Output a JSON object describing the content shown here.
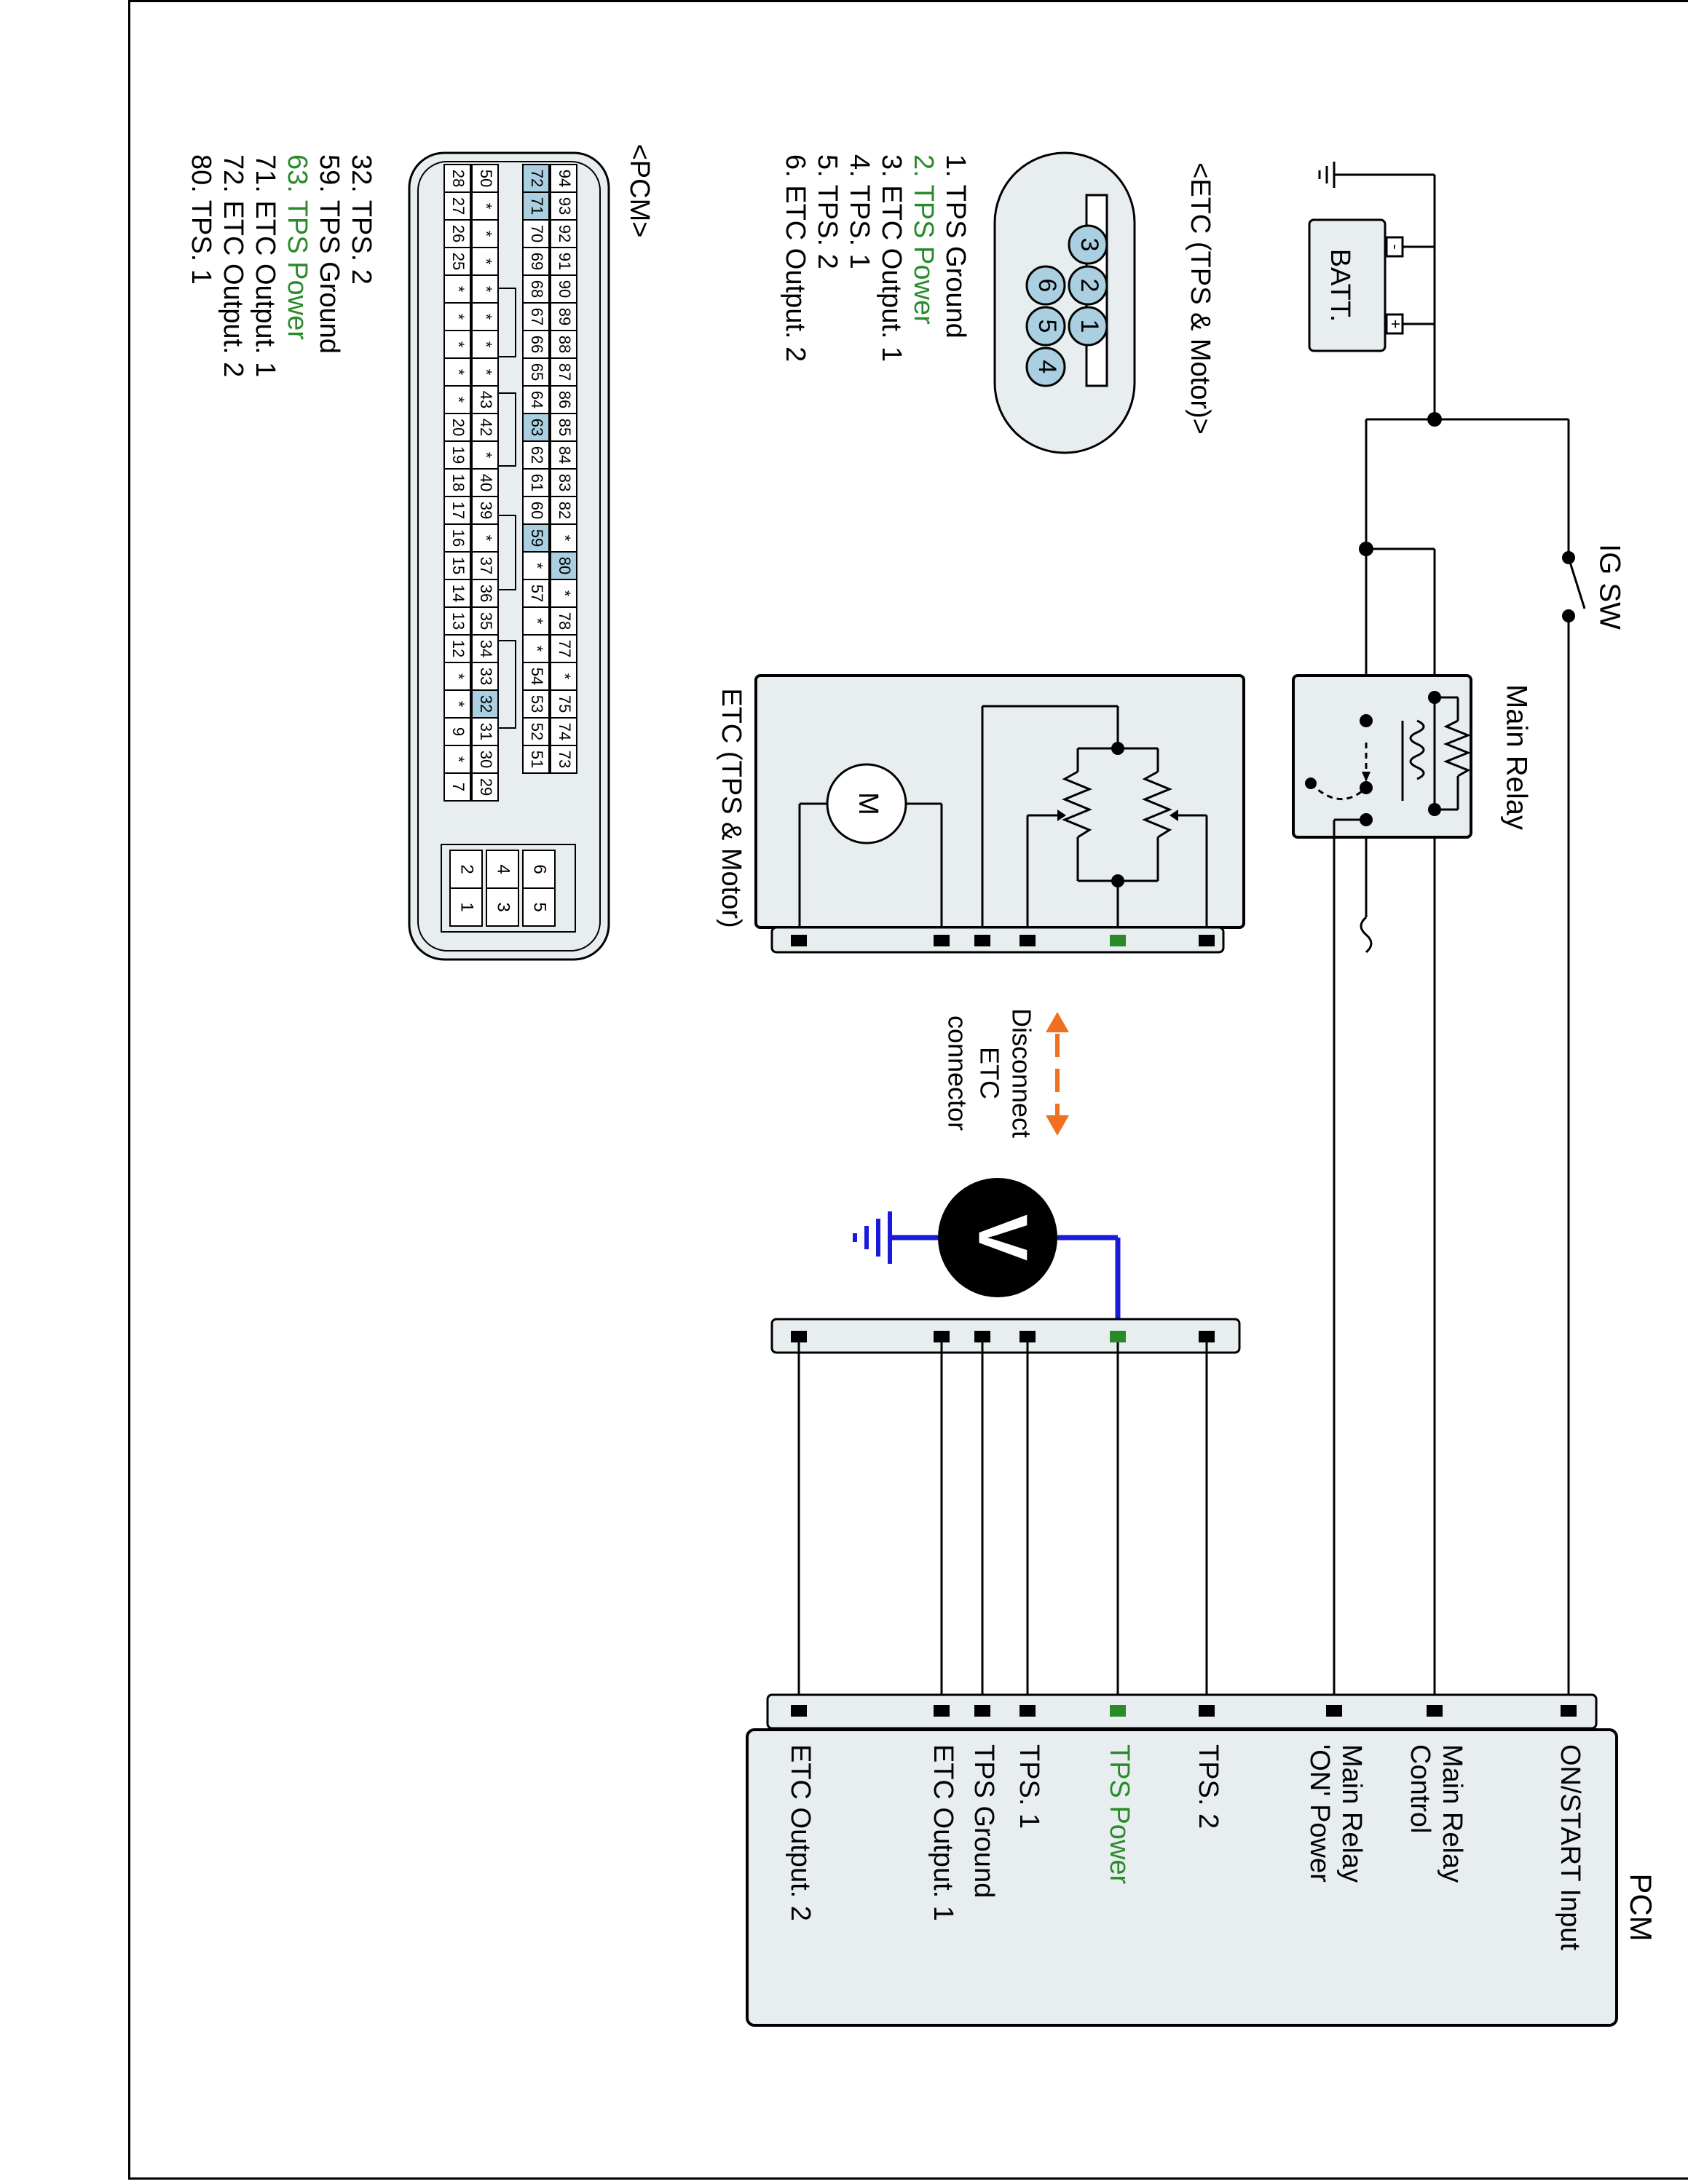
{
  "batt": {
    "label": "BATT.",
    "neg": "-",
    "pos": "+"
  },
  "ig_sw": {
    "label": "IG SW"
  },
  "main_relay": {
    "label": "Main Relay"
  },
  "motor": {
    "label": "M"
  },
  "etc_box_label": "ETC (TPS & Motor)",
  "disconnect": {
    "line1": "Disconnect",
    "line2": "ETC",
    "line3": "connector"
  },
  "voltmeter": {
    "label": "V"
  },
  "pcm": {
    "title": "PCM",
    "pins": [
      {
        "label": "ON/START Input",
        "highlight": false
      },
      {
        "label": "Main Relay",
        "label2": "Control",
        "highlight": false
      },
      {
        "label": "Main Relay",
        "label2": "'ON' Power",
        "highlight": false
      },
      {
        "label": "TPS. 2",
        "highlight": false
      },
      {
        "label": "TPS Power",
        "highlight": true
      },
      {
        "label": "TPS. 1",
        "highlight": false
      },
      {
        "label": "TPS Ground",
        "highlight": false
      },
      {
        "label": "ETC Output. 1",
        "highlight": false
      },
      {
        "label": "ETC Output. 2",
        "highlight": false
      }
    ]
  },
  "etc_connector": {
    "title": "<ETC (TPS & Motor)>",
    "pins": [
      "1",
      "2",
      "3",
      "4",
      "5",
      "6"
    ],
    "legend": [
      {
        "text": "1. TPS Ground",
        "highlight": false
      },
      {
        "text": "2. TPS Power",
        "highlight": true
      },
      {
        "text": "3. ETC Output. 1",
        "highlight": false
      },
      {
        "text": "4. TPS. 1",
        "highlight": false
      },
      {
        "text": "5. TPS. 2",
        "highlight": false
      },
      {
        "text": "6. ETC Output. 2",
        "highlight": false
      }
    ]
  },
  "pcm_connector": {
    "title": "<PCM>",
    "row1": [
      "94",
      "93",
      "92",
      "91",
      "90",
      "89",
      "88",
      "87",
      "86",
      "85",
      "84",
      "83",
      "82",
      "*",
      "80",
      "*",
      "78",
      "77",
      "*",
      "75",
      "74",
      "73"
    ],
    "row2": [
      "72",
      "71",
      "70",
      "69",
      "68",
      "67",
      "66",
      "65",
      "64",
      "63",
      "62",
      "61",
      "60",
      "59",
      "*",
      "57",
      "*",
      "*",
      "54",
      "53",
      "52",
      "51"
    ],
    "row3": [
      "50",
      "*",
      "*",
      "*",
      "*",
      "*",
      "*",
      "*",
      "43",
      "42",
      "*",
      "40",
      "39",
      "*",
      "37",
      "36",
      "35",
      "34",
      "33",
      "32",
      "31",
      "30",
      "29"
    ],
    "row4": [
      "28",
      "27",
      "26",
      "25",
      "*",
      "*",
      "*",
      "*",
      "*",
      "20",
      "19",
      "18",
      "17",
      "16",
      "15",
      "14",
      "13",
      "12",
      "*",
      "*",
      "9",
      "*",
      "7"
    ],
    "aux": [
      "6",
      "5",
      "4",
      "3",
      "2",
      "1"
    ],
    "highlighted": [
      "72",
      "71",
      "63",
      "80",
      "59",
      "32"
    ],
    "highlight_color": "#a9cfe0",
    "legend": [
      {
        "text": "32. TPS. 2",
        "highlight": false
      },
      {
        "text": "59. TPS Ground",
        "highlight": false
      },
      {
        "text": "63. TPS Power",
        "highlight": true
      },
      {
        "text": "71. ETC Output. 1",
        "highlight": false
      },
      {
        "text": "72. ETC Output. 2",
        "highlight": false
      },
      {
        "text": "80. TPS. 1",
        "highlight": false
      }
    ]
  },
  "colors": {
    "highlight_text": "#2a8a2a",
    "probe_wire": "#1a1adb",
    "arrow": "#f07020",
    "box_fill": "#e8eef0"
  }
}
